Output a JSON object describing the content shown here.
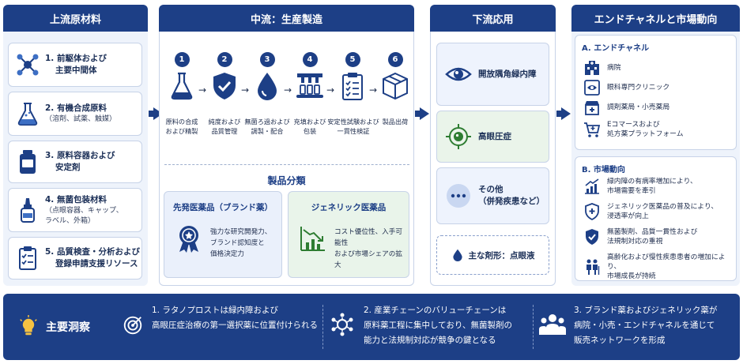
{
  "upstream": {
    "title": "上流原材料",
    "items": [
      {
        "title": "1. 前駆体および",
        "title2": "主要中間体",
        "sub": "",
        "sub2": "",
        "icon": "molecule-icon"
      },
      {
        "title": "2. 有機合成原料",
        "title2": "",
        "sub": "（溶剤、試薬、触媒）",
        "sub2": "",
        "icon": "flask-icon"
      },
      {
        "title": "3. 原料容器および",
        "title2": "安定剤",
        "sub": "",
        "sub2": "",
        "icon": "container-icon"
      },
      {
        "title": "4. 無菌包装材料",
        "title2": "",
        "sub": "（点眼容器、キャップ、",
        "sub2": "ラベル、外箱）",
        "icon": "dropper-bottle-icon"
      },
      {
        "title": "5. 品質検査・分析および",
        "title2": "登録申請支援リソース",
        "sub": "",
        "sub2": "",
        "icon": "clipboard-check-icon"
      }
    ]
  },
  "midstream": {
    "title": "中流：生産製造",
    "steps": [
      {
        "num": "1",
        "label1": "原料の合成",
        "label2": "および精製",
        "icon": "beaker-icon"
      },
      {
        "num": "2",
        "label1": "純度および",
        "label2": "品質管理",
        "icon": "shield-check-icon"
      },
      {
        "num": "3",
        "label1": "無菌ろ過および",
        "label2": "調製・配合",
        "icon": "drop-icon"
      },
      {
        "num": "4",
        "label1": "充填および",
        "label2": "包装",
        "icon": "filling-machine-icon"
      },
      {
        "num": "5",
        "label1": "安定性試験および",
        "label2": "一貫性検証",
        "icon": "checklist-icon"
      },
      {
        "num": "6",
        "label1": "製品出荷",
        "label2": "",
        "icon": "package-icon"
      }
    ],
    "classification_title": "製品分類",
    "brand": {
      "title": "先発医薬品（ブランド薬）",
      "line1": "強力な研究開発力、",
      "line2": "ブランド認知度と",
      "line3": "価格決定力"
    },
    "generic": {
      "title": "ジェネリック医薬品",
      "line1": "コスト優位性、入手可能性",
      "line2": "および市場シェアの拡大"
    }
  },
  "downstream": {
    "title": "下流応用",
    "items": [
      {
        "label1": "開放隅角緑内障",
        "label2": "",
        "icon": "eye-icon"
      },
      {
        "label1": "高眼圧症",
        "label2": "",
        "icon": "eye-target-icon"
      },
      {
        "label1": "その他",
        "label2": "（併発疾患など）",
        "icon": "more-icon"
      }
    ],
    "dosage": "主な剤形：点眼液"
  },
  "channels": {
    "title": "エンドチャネルと市場動向",
    "sectionA": "A. エンドチャネル",
    "channels": [
      {
        "label1": "病院",
        "label2": "",
        "icon": "hospital-icon"
      },
      {
        "label1": "眼科専門クリニック",
        "label2": "",
        "icon": "clinic-icon"
      },
      {
        "label1": "調剤薬局・小売薬局",
        "label2": "",
        "icon": "pharmacy-icon"
      },
      {
        "label1": "Eコマースおよび",
        "label2": "処方薬プラットフォーム",
        "icon": "cart-icon"
      }
    ],
    "sectionB": "B. 市場動向",
    "trends": [
      {
        "label1": "緑内障の有病率増加により、",
        "label2": "市場需要を牽引",
        "icon": "chart-up-icon"
      },
      {
        "label1": "ジェネリック医薬品の普及により、",
        "label2": "浸透率が向上",
        "icon": "shield-plus-icon"
      },
      {
        "label1": "無菌製剤、品質一貫性および",
        "label2": "法規制対応の重視",
        "icon": "shield-check-icon"
      },
      {
        "label1": "高齢化および慢性疾患患者の増加により、",
        "label2": "市場成長が持続",
        "icon": "elderly-icon"
      }
    ]
  },
  "insights": {
    "title": "主要洞察",
    "items": [
      {
        "line1": "1. ラタノプロストは緑内障および",
        "line2": "高眼圧症治療の第一選択薬に位置付けられる",
        "line3": "",
        "icon": "target-icon"
      },
      {
        "line1": "2. 産業チェーンのバリューチェーンは",
        "line2": "原料薬工程に集中しており、無菌製剤の",
        "line3": "能力と法規制対応が競争の鍵となる",
        "icon": "gear-network-icon"
      },
      {
        "line1": "3. ブランド薬およびジェネリック薬が",
        "line2": "病院・小売・エンドチャネルを通じて",
        "line3": "販売ネットワークを形成",
        "icon": "people-icon"
      }
    ]
  },
  "colors": {
    "primary": "#1d3f86",
    "panel": "#eef3fb",
    "brand_card": "#eaf0fb",
    "generic_card": "#e9f4ea",
    "accent_green": "#2e7d32"
  }
}
